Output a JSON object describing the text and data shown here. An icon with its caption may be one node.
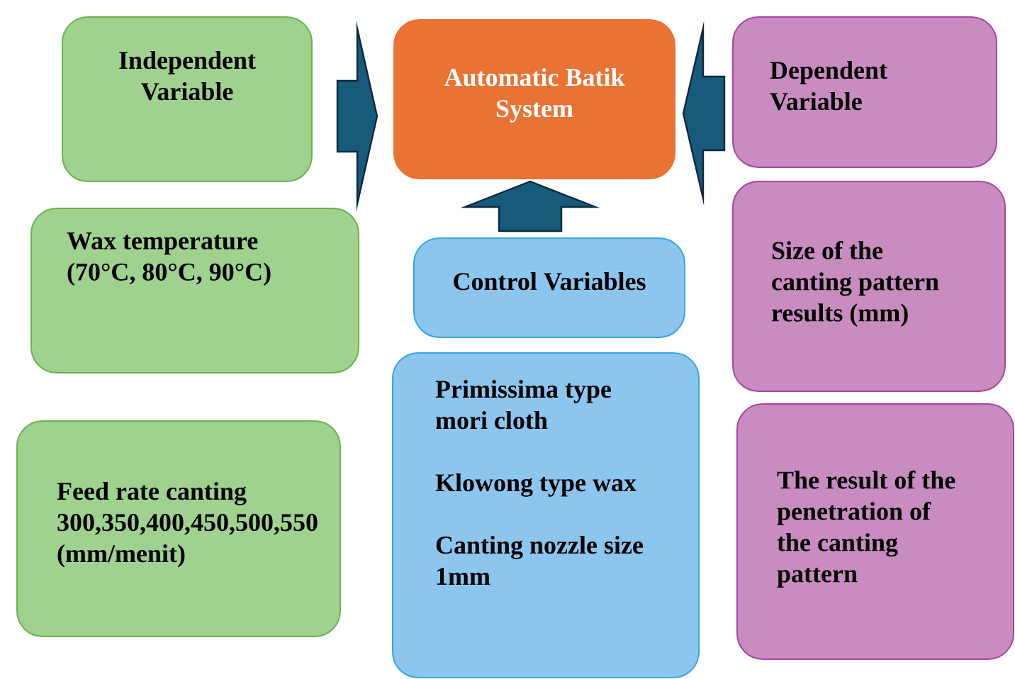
{
  "diagram": {
    "nodes": [
      {
        "text": [
          "Independent Variable"
        ]
      },
      {
        "text": [
          "Automatic Batik System"
        ]
      },
      {
        "text": [
          "Dependent Variable"
        ]
      },
      {
        "text": [
          "Wax temperature (70°C, 80°C, 90°C)"
        ]
      },
      {
        "text": [
          "Control Variables"
        ]
      },
      {
        "text": [
          "Primissima type mori cloth",
          "Klowong type wax",
          "Canting nozzle size 1mm"
        ]
      },
      {
        "text": [
          "Size of the canting pattern results (mm)"
        ]
      },
      {
        "text": [
          "Feed rate canting 300,350,400,450,500,550 (mm/menit)"
        ]
      },
      {
        "text": [
          "The result of the penetration of the canting pattern"
        ]
      }
    ],
    "edges": [
      {
        "from": 0,
        "to": 1,
        "arrow": "to"
      },
      {
        "from": 2,
        "to": 1,
        "arrow": "to"
      },
      {
        "from": 4,
        "to": 1,
        "arrow": "to"
      }
    ]
  }
}
